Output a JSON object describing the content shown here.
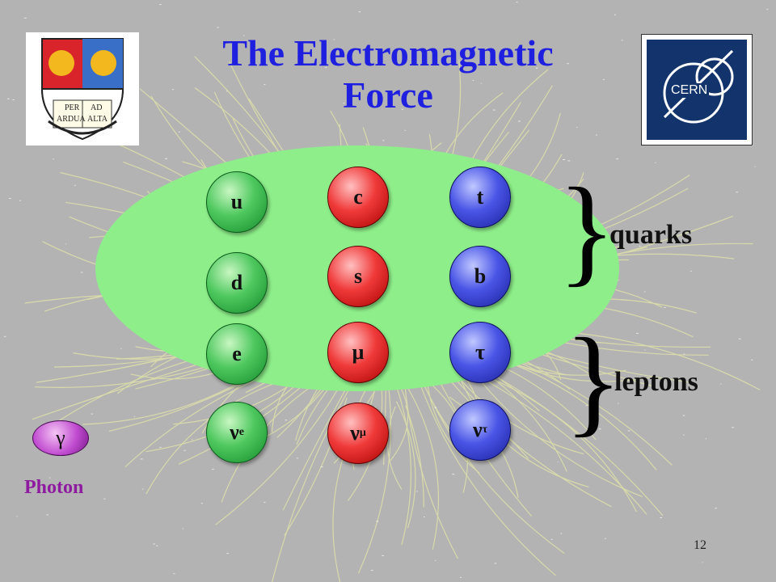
{
  "slide": {
    "title_line1": "The Electromagnetic",
    "title_line2": "Force",
    "slide_number": "12"
  },
  "particles": {
    "up": "u",
    "down": "d",
    "electron": "e",
    "electron_neutrino": {
      "symbol": "ν",
      "sub": "e"
    },
    "charm": "c",
    "strange": "s",
    "muon": "μ",
    "muon_neutrino": {
      "symbol": "ν",
      "sub": "μ"
    },
    "top": "t",
    "bottom": "b",
    "tau": "τ",
    "tau_neutrino": {
      "symbol": "ν",
      "sub": "τ"
    }
  },
  "groups": {
    "quarks": "quarks",
    "leptons": "leptons",
    "brace": "}"
  },
  "photon": {
    "symbol": "γ",
    "label": "Photon"
  },
  "logos": {
    "university_motto": [
      "PER",
      "AD",
      "ARDUA",
      "ALTA"
    ],
    "cern": "CERN"
  },
  "colors": {
    "title": "#1f1fe0",
    "ellipse": "#8eef8a",
    "photon_label": "#8e1aa0"
  }
}
